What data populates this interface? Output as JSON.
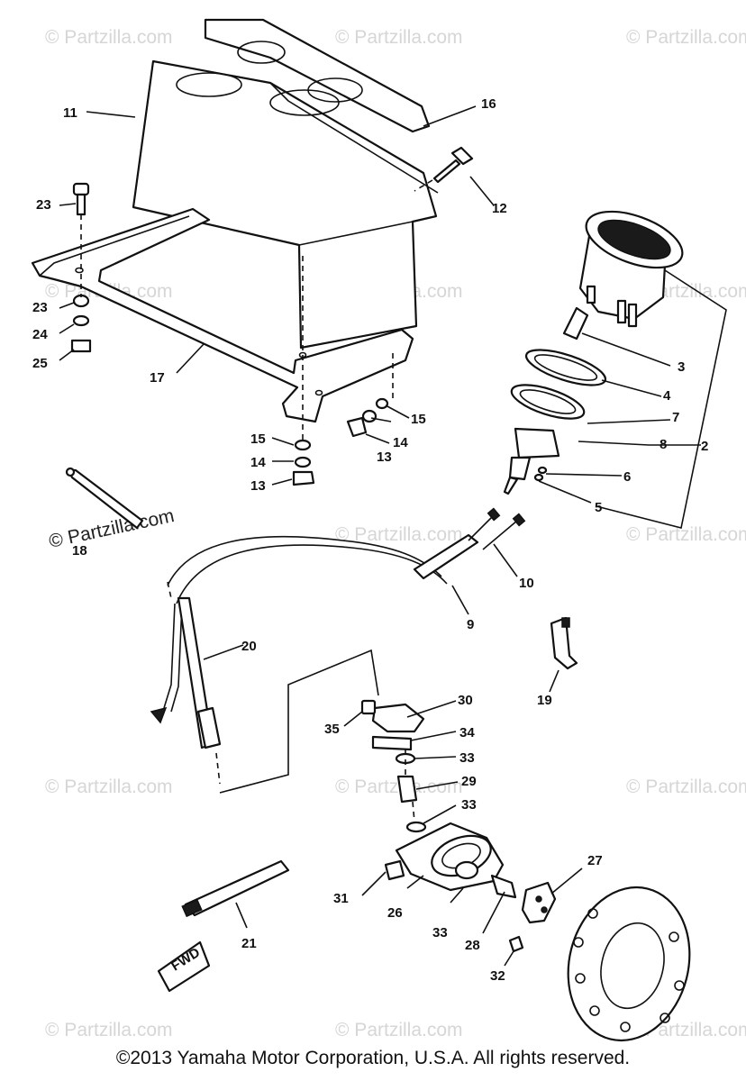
{
  "watermark": {
    "text": "© Partzilla.com",
    "color": "#d6d6d6"
  },
  "callouts": [
    "2",
    "3",
    "4",
    "5",
    "6",
    "7",
    "8",
    "9",
    "10",
    "11",
    "12",
    "13",
    "14",
    "15",
    "16",
    "17",
    "18",
    "19",
    "20",
    "21",
    "23",
    "24",
    "25",
    "26",
    "27",
    "28",
    "29",
    "30",
    "31",
    "32",
    "33",
    "34",
    "35"
  ],
  "fwd_label": "FWD",
  "copyright": "©2013 Yamaha Motor Corporation, U.S.A. All rights reserved."
}
